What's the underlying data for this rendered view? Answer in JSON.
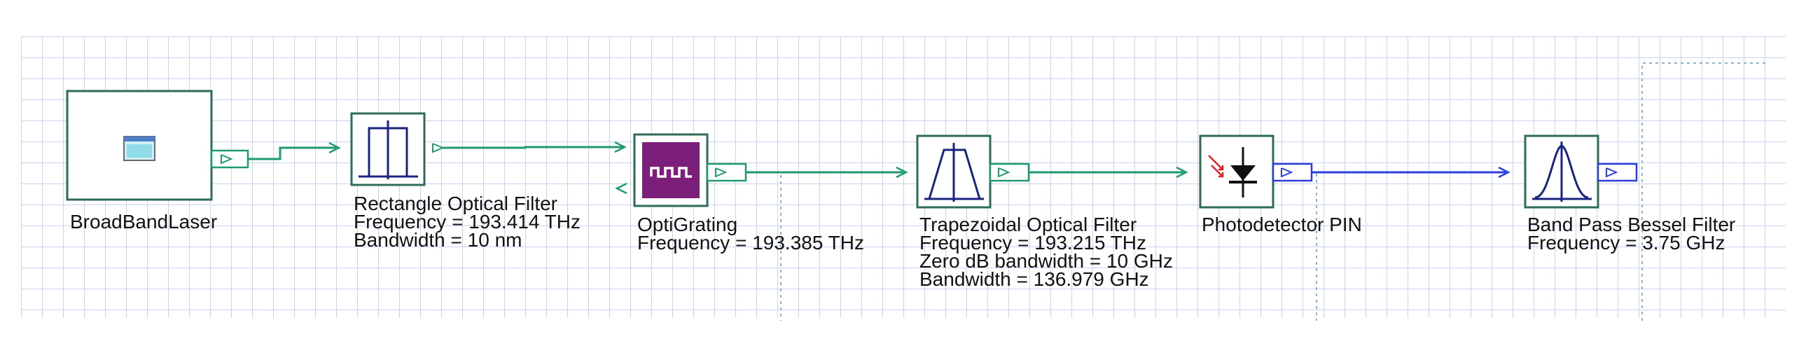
{
  "colors": {
    "grid": "#c9d4ec",
    "component_border": "#2e6b58",
    "optical_wire": "#1e9a70",
    "electrical_wire": "#2a3fd8",
    "opti_grating_fill": "#7b1f7a",
    "dashed_marker": "#8fb2c8"
  },
  "components": [
    {
      "name": "BroadBandLaser",
      "icon": "laser-source-icon",
      "params": []
    },
    {
      "name": "Rectangle Optical Filter",
      "icon": "rectangle-filter-icon",
      "params": [
        "Frequency = 193.414  THz",
        "Bandwidth = 10  nm"
      ]
    },
    {
      "name": "OptiGrating",
      "icon": "grating-icon",
      "params": [
        "Frequency = 193.385  THz"
      ]
    },
    {
      "name": "Trapezoidal Optical Filter",
      "icon": "trapezoid-filter-icon",
      "params": [
        "Frequency = 193.215  THz",
        "Zero dB bandwidth = 10  GHz",
        "Bandwidth = 136.979  GHz"
      ]
    },
    {
      "name": "Photodetector PIN",
      "icon": "photodiode-icon",
      "params": []
    },
    {
      "name": "Band Pass Bessel Filter",
      "icon": "bessel-filter-icon",
      "params": [
        "Frequency = 3.75  GHz"
      ]
    }
  ]
}
